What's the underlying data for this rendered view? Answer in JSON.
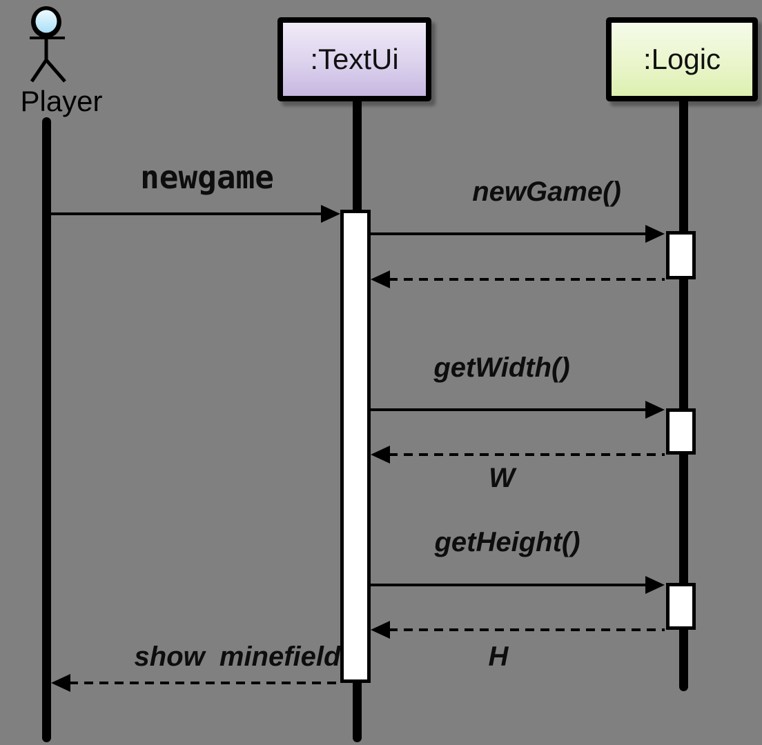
{
  "diagram_type": "uml-sequence-diagram",
  "actor": {
    "label": "Player"
  },
  "objects": {
    "textui": {
      "label": ":TextUi"
    },
    "logic": {
      "label": ":Logic"
    }
  },
  "messages": {
    "newgame": {
      "label": "newgame",
      "from": "Player",
      "to": ":TextUi",
      "kind": "call"
    },
    "new_game_call": {
      "label": "newGame()",
      "from": ":TextUi",
      "to": ":Logic",
      "kind": "call"
    },
    "new_game_return": {
      "label": "",
      "from": ":Logic",
      "to": ":TextUi",
      "kind": "return"
    },
    "get_width_call": {
      "label": "getWidth()",
      "from": ":TextUi",
      "to": ":Logic",
      "kind": "call"
    },
    "width_return": {
      "label": "W",
      "from": ":Logic",
      "to": ":TextUi",
      "kind": "return"
    },
    "get_height_call": {
      "label": "getHeight()",
      "from": ":TextUi",
      "to": ":Logic",
      "kind": "call"
    },
    "height_return": {
      "label": "H",
      "from": ":Logic",
      "to": ":TextUi",
      "kind": "return"
    },
    "show_minefield": {
      "label": "show minefield",
      "from": ":TextUi",
      "to": "Player",
      "kind": "return"
    }
  },
  "colors": {
    "background": "#808080",
    "line": "#000000",
    "activation_fill": "#FFFFFF",
    "textui_gradient_top": "#F0EBF8",
    "textui_gradient_bottom": "#C7B7E1",
    "logic_gradient_top": "#F5FBE9",
    "logic_gradient_bottom": "#DDF0B0",
    "actor_head_top": "#EEFAFE",
    "actor_head_bottom": "#A9DFF6"
  }
}
